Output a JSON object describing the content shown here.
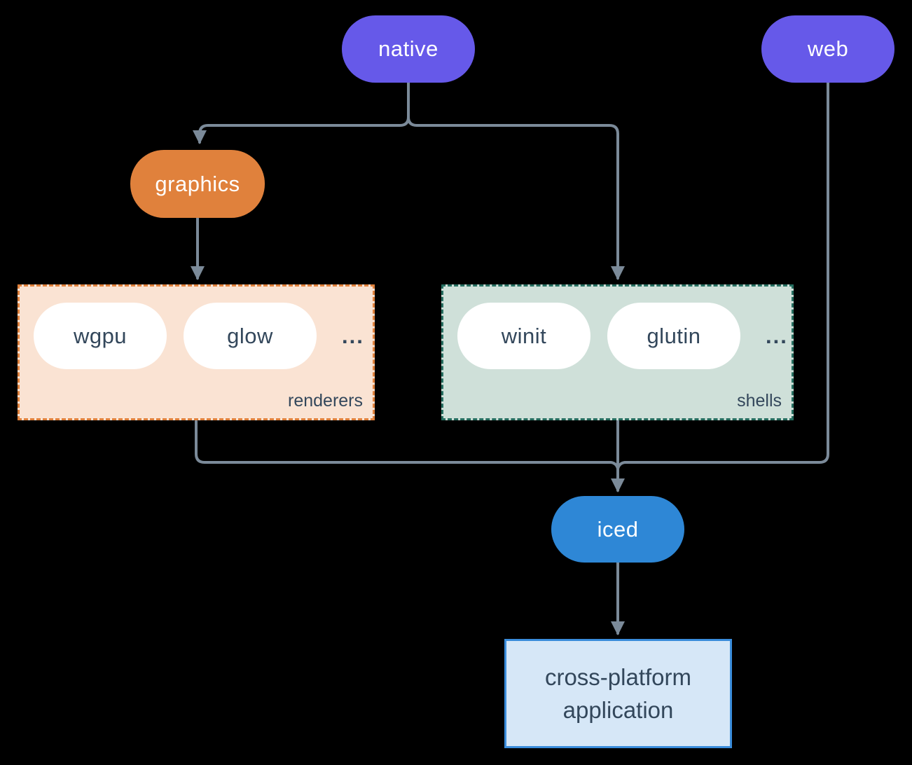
{
  "nodes": {
    "native": {
      "label": "native",
      "color": "#6659e9"
    },
    "web": {
      "label": "web",
      "color": "#6659e9"
    },
    "graphics": {
      "label": "graphics",
      "color": "#e0813c"
    },
    "iced": {
      "label": "iced",
      "color": "#2e87d6"
    },
    "application": {
      "label": "cross-platform application",
      "background": "#d6e7f7",
      "border": "#3a8cdb"
    }
  },
  "groups": {
    "renderers": {
      "label": "renderers",
      "items": [
        "wgpu",
        "glow"
      ],
      "ellipsis": "...",
      "background": "#fae3d3",
      "border": "#e0813c"
    },
    "shells": {
      "label": "shells",
      "items": [
        "winit",
        "glutin"
      ],
      "ellipsis": "...",
      "background": "#cfe0d9",
      "border": "#266e60"
    }
  },
  "edges": [
    {
      "from": "native",
      "to": "graphics"
    },
    {
      "from": "native",
      "to": "shells"
    },
    {
      "from": "graphics",
      "to": "renderers"
    },
    {
      "from": "renderers",
      "to": "iced"
    },
    {
      "from": "shells",
      "to": "iced"
    },
    {
      "from": "web",
      "to": "iced"
    },
    {
      "from": "iced",
      "to": "application"
    }
  ],
  "colors": {
    "background": "#000000",
    "edge": "#7b8a99",
    "dark_text": "#33475b",
    "pill_text": "#ffffff"
  }
}
